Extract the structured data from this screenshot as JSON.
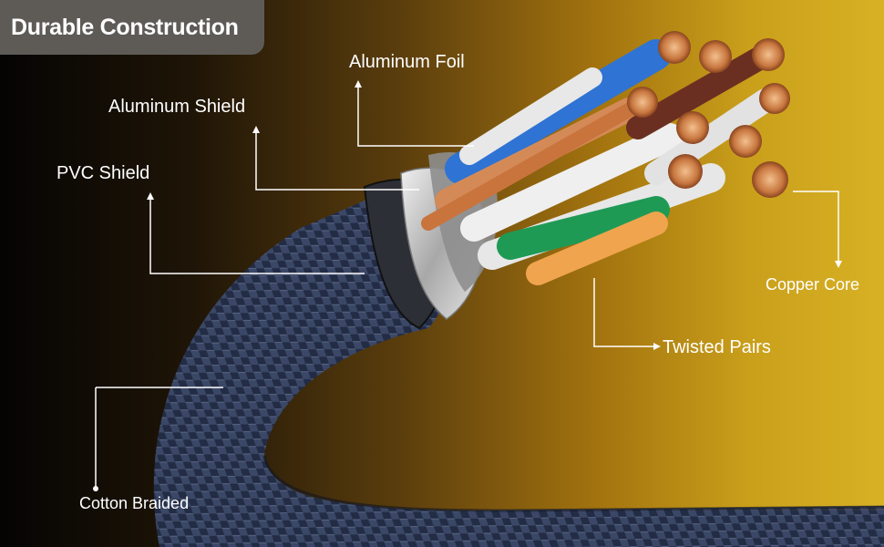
{
  "title": "Durable Construction",
  "labels": {
    "aluminum_foil": "Aluminum Foil",
    "aluminum_shield": "Aluminum Shield",
    "pvc_shield": "PVC Shield",
    "copper_core": "Copper Core",
    "twisted_pairs": "Twisted Pairs",
    "cotton_braided": "Cotton Braided"
  },
  "colors": {
    "braid": "#2b3552",
    "copper": "#c9743d",
    "shield": "#c9c9c9",
    "wire_blue": "#3b7bd6",
    "wire_green": "#1f9a55",
    "wire_orange": "#f0a44e",
    "wire_brown": "#6b2f22"
  }
}
